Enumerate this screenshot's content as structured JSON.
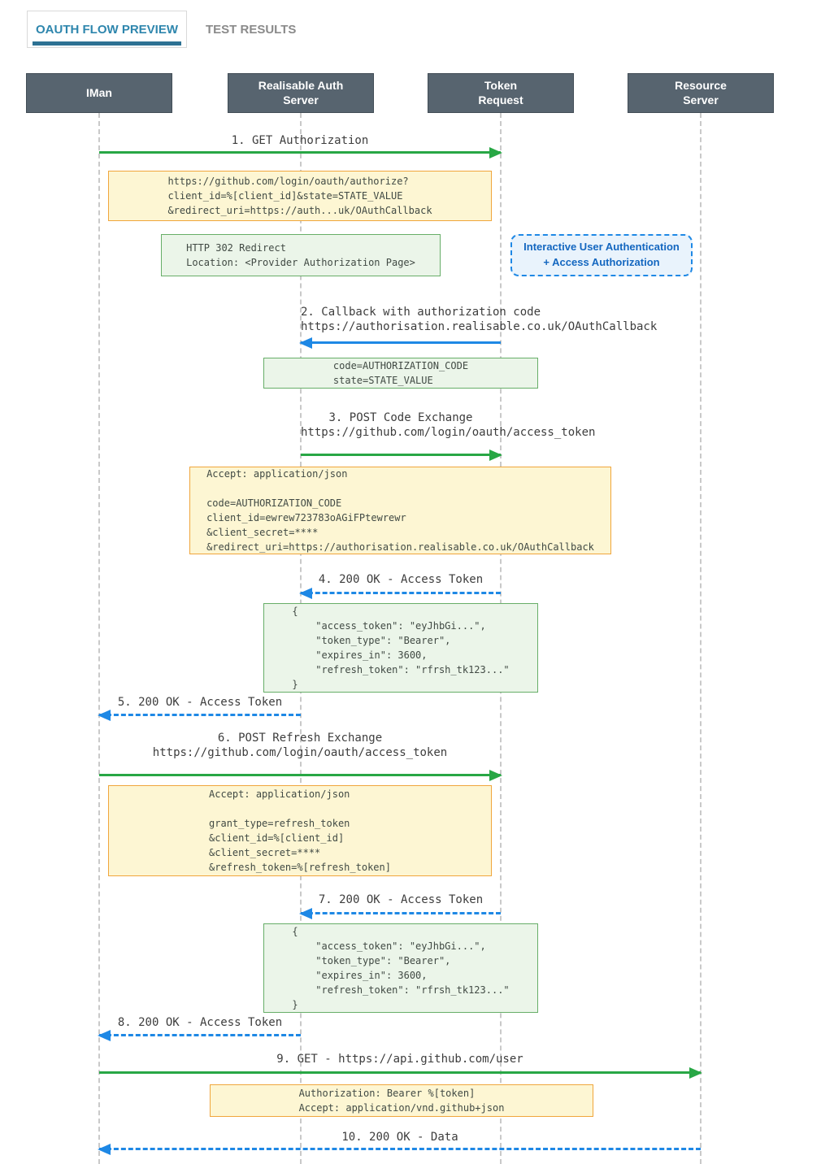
{
  "tabs": [
    {
      "label": "OAUTH FLOW PREVIEW",
      "active": true
    },
    {
      "label": "TEST RESULTS",
      "active": false
    }
  ],
  "actors": [
    {
      "id": "iman",
      "label": "IMan"
    },
    {
      "id": "auth-server",
      "label": "Realisable Auth\nServer"
    },
    {
      "id": "token-request",
      "label": "Token\nRequest"
    },
    {
      "id": "resource-server",
      "label": "Resource\nServer"
    }
  ],
  "messages": [
    {
      "label": "1. GET Authorization"
    },
    {
      "label": "2. Callback with authorization code",
      "url": "https://authorisation.realisable.co.uk/OAuthCallback"
    },
    {
      "label": "3. POST Code Exchange",
      "url": "https://github.com/login/oauth/access_token"
    },
    {
      "label": "4. 200 OK - Access Token"
    },
    {
      "label": "5. 200 OK - Access Token"
    },
    {
      "label": "6. POST Refresh Exchange",
      "url": "https://github.com/login/oauth/access_token"
    },
    {
      "label": "7. 200 OK - Access Token"
    },
    {
      "label": "8. 200 OK - Access Token"
    },
    {
      "label": "9. GET - https://api.github.com/user"
    },
    {
      "label": "10. 200 OK - Data"
    }
  ],
  "notes": {
    "authorize_request": "https://github.com/login/oauth/authorize?\nclient_id=%[client_id]&state=STATE_VALUE\n&redirect_uri=https://auth...uk/OAuthCallback",
    "redirect_302": "HTTP 302 Redirect\nLocation: <Provider Authorization Page>",
    "interactive_auth": "Interactive User Authentication\n+ Access Authorization",
    "auth_code": "code=AUTHORIZATION_CODE\nstate=STATE_VALUE",
    "code_exchange_body": "Accept: application/json\n\ncode=AUTHORIZATION_CODE\nclient_id=ewrew723783oAGiFPtewrewr\n&client_secret=****\n&redirect_uri=https://authorisation.realisable.co.uk/OAuthCallback",
    "token_json": "{\n    \"access_token\": \"eyJhbGi...\",\n    \"token_type\": \"Bearer\",\n    \"expires_in\": 3600,\n    \"refresh_token\": \"rfrsh_tk123...\"\n}",
    "refresh_body": "Accept: application/json\n\ngrant_type=refresh_token\n&client_id=%[client_id]\n&client_secret=****\n&refresh_token=%[refresh_token]",
    "api_request_headers": "Authorization: Bearer %[token]\nAccept: application/vnd.github+json"
  },
  "colors": {
    "request_arrow": "#28a745",
    "response_arrow": "#1e88e5",
    "note_yellow_bg": "#fdf6d3",
    "note_yellow_border": "#f0a63c",
    "note_green_bg": "#ebf5e9",
    "note_green_border": "#67ae68",
    "note_blue_bg": "#e9f3fc",
    "note_blue_border": "#1e88e5",
    "actor_bg": "#57646f",
    "active_tab_text": "#2e86ad",
    "active_tab_underline": "#2d7193"
  }
}
